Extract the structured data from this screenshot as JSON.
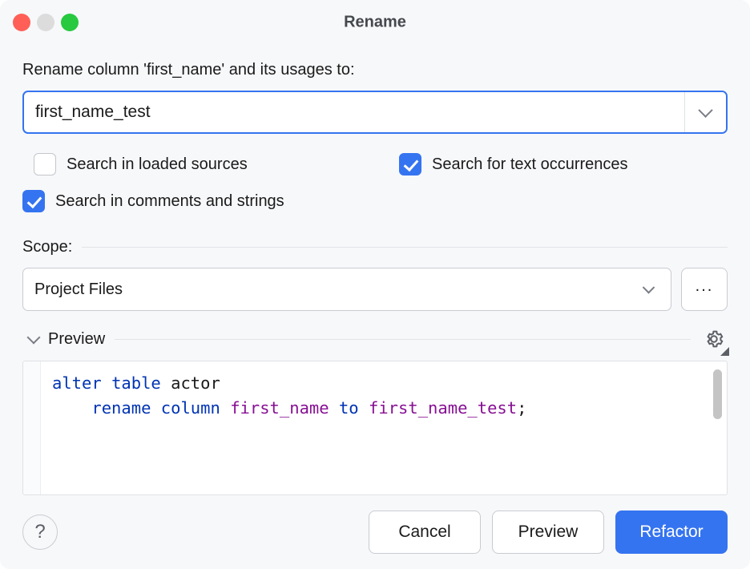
{
  "window": {
    "title": "Rename",
    "traffic_lights": [
      {
        "name": "close",
        "color": "#ff5f57"
      },
      {
        "name": "minimize",
        "color": "#dcdcdc"
      },
      {
        "name": "maximize",
        "color": "#27c93f"
      }
    ]
  },
  "prompt": {
    "label": "Rename column 'first_name' and its usages to:"
  },
  "name_field": {
    "value": "first_name_test",
    "placeholder": "",
    "dropdown_icon": "chevron-down-icon"
  },
  "options": [
    {
      "label": "Search in loaded sources",
      "checked": false
    },
    {
      "label": "Search for text occurrences",
      "checked": true
    },
    {
      "label": "Search in comments and strings",
      "checked": true
    }
  ],
  "scope": {
    "label": "Scope:",
    "selected": "Project Files",
    "options": [
      "Project Files"
    ],
    "more_button": "...",
    "dropdown_icon": "chevron-down-icon"
  },
  "preview": {
    "label": "Preview",
    "collapse_icon": "chevron-down-icon",
    "settings_icon": "gear-icon",
    "code_lines": [
      [
        {
          "t": "alter",
          "c": "kw"
        },
        {
          "t": " ",
          "c": "pl"
        },
        {
          "t": "table",
          "c": "kw"
        },
        {
          "t": " actor",
          "c": "pl"
        }
      ],
      [
        {
          "t": "    ",
          "c": "pl"
        },
        {
          "t": "rename",
          "c": "kw"
        },
        {
          "t": " ",
          "c": "pl"
        },
        {
          "t": "column",
          "c": "kw"
        },
        {
          "t": " ",
          "c": "pl"
        },
        {
          "t": "first_name",
          "c": "id"
        },
        {
          "t": " ",
          "c": "pl"
        },
        {
          "t": "to",
          "c": "kw"
        },
        {
          "t": " ",
          "c": "pl"
        },
        {
          "t": "first_name_test",
          "c": "id"
        },
        {
          "t": ";",
          "c": "pl"
        }
      ]
    ]
  },
  "footer": {
    "help_label": "?",
    "cancel_label": "Cancel",
    "preview_label": "Preview",
    "refactor_label": "Refactor"
  },
  "colors": {
    "accent": "#3574f0",
    "keyword": "#0033b3",
    "identifier": "#871094",
    "background": "#f7f8fa"
  }
}
